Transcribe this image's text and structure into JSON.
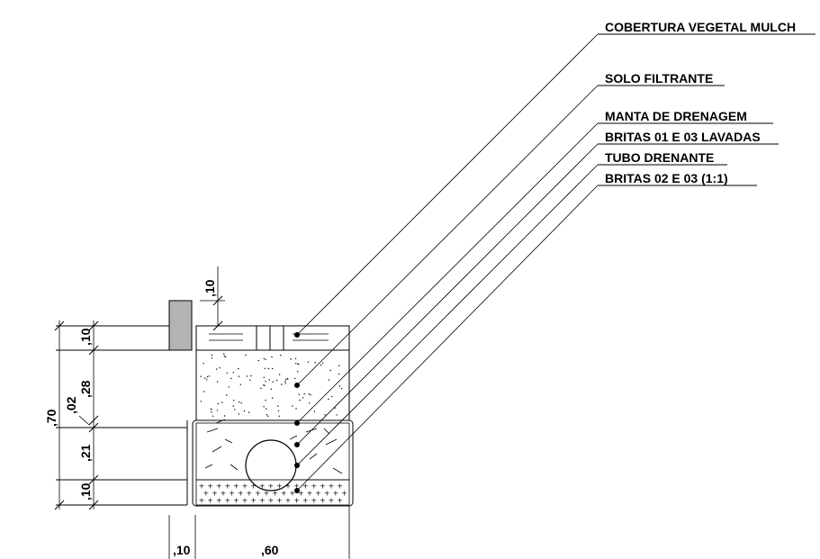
{
  "labels": {
    "cobertura": "COBERTURA VEGETAL MULCH",
    "solo": "SOLO FILTRANTE",
    "manta": "MANTA DE DRENAGEM",
    "britas_01_03": "BRITAS 01 E 03 LAVADAS",
    "tubo": "TUBO DRENANTE",
    "britas_02_03": "BRITAS 02 E 03 (1:1)"
  },
  "dimensions": {
    "top_curb": ",10",
    "layer_mulch": ",10",
    "layer_soil": ",28",
    "layer_manta": ",02",
    "layer_gravel": ",21",
    "layer_base": ",10",
    "total_depth": ",70",
    "curb_width": ",10",
    "trench_width": ",60"
  }
}
